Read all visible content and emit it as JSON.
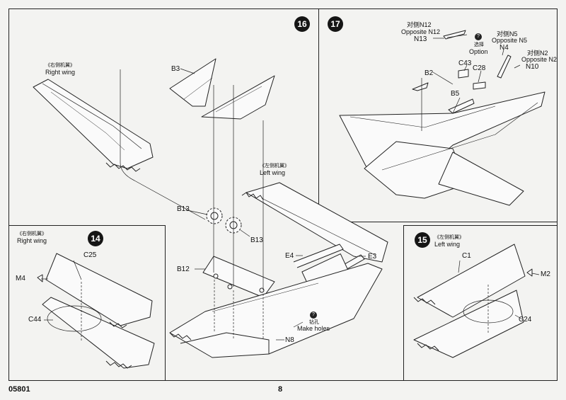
{
  "page": {
    "code": "05801",
    "number": "8"
  },
  "steps": {
    "s14": {
      "num": "14",
      "wing_cn": "《右侧机翼》",
      "wing_en": "Right wing",
      "parts": {
        "c25": "C25",
        "m4": "M4",
        "c44": "C44"
      }
    },
    "s15": {
      "num": "15",
      "wing_cn": "《左侧机翼》",
      "wing_en": "Left wing",
      "parts": {
        "c1": "C1",
        "m2": "M2",
        "c24": "C24"
      }
    },
    "s16": {
      "num": "16",
      "right_cn": "《右侧机翼》",
      "right_en": "Right wing",
      "left_cn": "《左侧机翼》",
      "left_en": "Left wing",
      "parts": {
        "b3": "B3",
        "b13a": "B13",
        "b13b": "B13",
        "b12": "B12",
        "e4": "E4",
        "e3": "E3",
        "n8": "N8"
      },
      "holes_cn": "钻孔",
      "holes_en": "Make holes"
    },
    "s17": {
      "num": "17",
      "n12_cn": "对侧N12",
      "n12_en": "Opposite N12",
      "n13": "N13",
      "option_cn": "选择",
      "option_en": "Option",
      "n5_cn": "对侧N5",
      "n5_en": "Opposite N5",
      "n4": "N4",
      "n2_cn": "对侧N2",
      "n2_en": "Opposite N2",
      "n10": "N10",
      "c43": "C43",
      "c28": "C28",
      "b2": "B2",
      "b5": "B5"
    }
  },
  "icons": {
    "option": "question-circle-icon",
    "drill": "question-circle-icon"
  }
}
